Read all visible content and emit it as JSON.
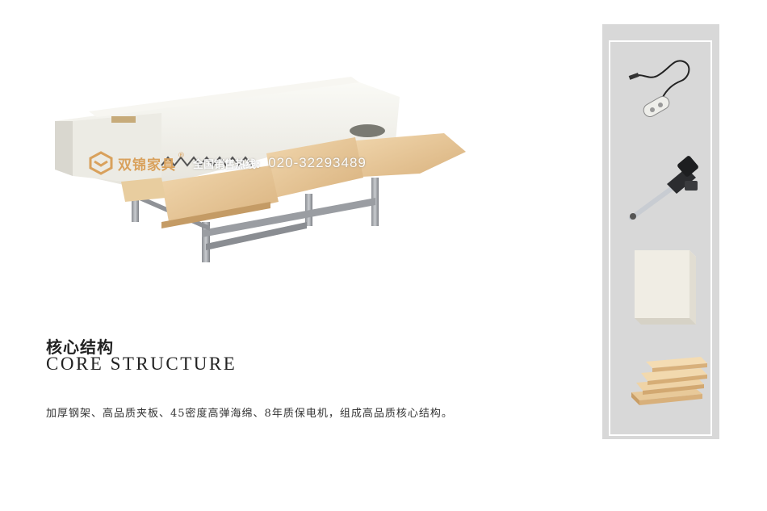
{
  "watermark": {
    "brand": "双锦家具",
    "registered": "®",
    "hotline_label": "全国销售热线:",
    "phone": "020-32293489"
  },
  "heading": {
    "title_cn": "核心结构",
    "title_en": "CORE STRUCTURE"
  },
  "description": "加厚钢架、高品质夹板、45密度高弹海绵、8年质保电机，组成高品质核心结构。",
  "side_panel": {
    "items": [
      {
        "icon": "remote-control-cable-icon"
      },
      {
        "icon": "linear-actuator-motor-icon"
      },
      {
        "icon": "foam-block-icon"
      },
      {
        "icon": "plywood-stack-icon"
      }
    ]
  },
  "colors": {
    "brand": "#d9a15c",
    "panel_bg": "#d8d8d8",
    "panel_border": "#ffffff",
    "text": "#222222"
  }
}
